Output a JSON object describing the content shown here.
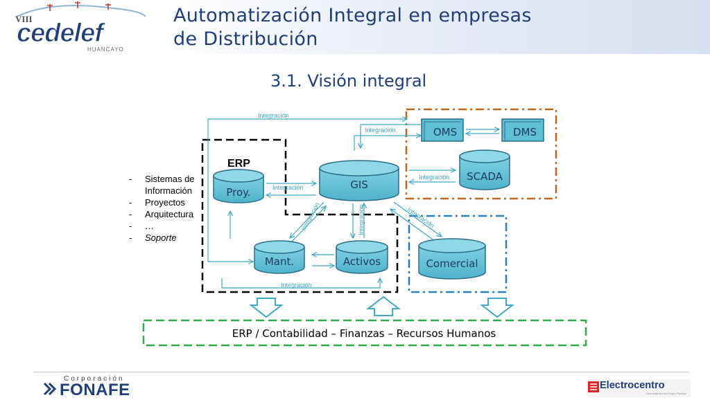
{
  "header": {
    "title_line1": "Automatización Integral en empresas",
    "title_line2": "de Distribución"
  },
  "logo": {
    "roman": "VIII",
    "name": "cedelef",
    "city": "HUANCAYO"
  },
  "slide": {
    "subtitle": "3.1. Visión integral"
  },
  "erp_group": {
    "label": "ERP",
    "items": [
      "Sistemas de",
      "Información",
      "Proyectos",
      "Arquitectura",
      "…",
      "Soporte"
    ]
  },
  "nodes": {
    "proy": "Proy.",
    "gis": "GIS",
    "mant": "Mant.",
    "activos": "Activos",
    "oms": "OMS",
    "dms": "DMS",
    "scada": "SCADA",
    "comercial": "Comercial"
  },
  "edge_label": "Integración",
  "bottom_bar": "ERP / Contabilidad – Finanzas – Recursos Humanos",
  "footer": {
    "fonafe_top": "Corporación",
    "fonafe_main": "FONAFE",
    "electrocentro": "Electrocentro",
    "electrocentro_sub": "Una empresa del Grupo Distriluz"
  },
  "colors": {
    "title": "#1f3e7a",
    "cylinder_fill": "#5fbfd5",
    "cylinder_stroke": "#2b6c88",
    "arrow": "#3fa6c6",
    "erp_border": "#000000",
    "oms_border": "#c0651a",
    "comercial_border": "#2a7fc1",
    "bottom_border": "#2faa4a"
  }
}
